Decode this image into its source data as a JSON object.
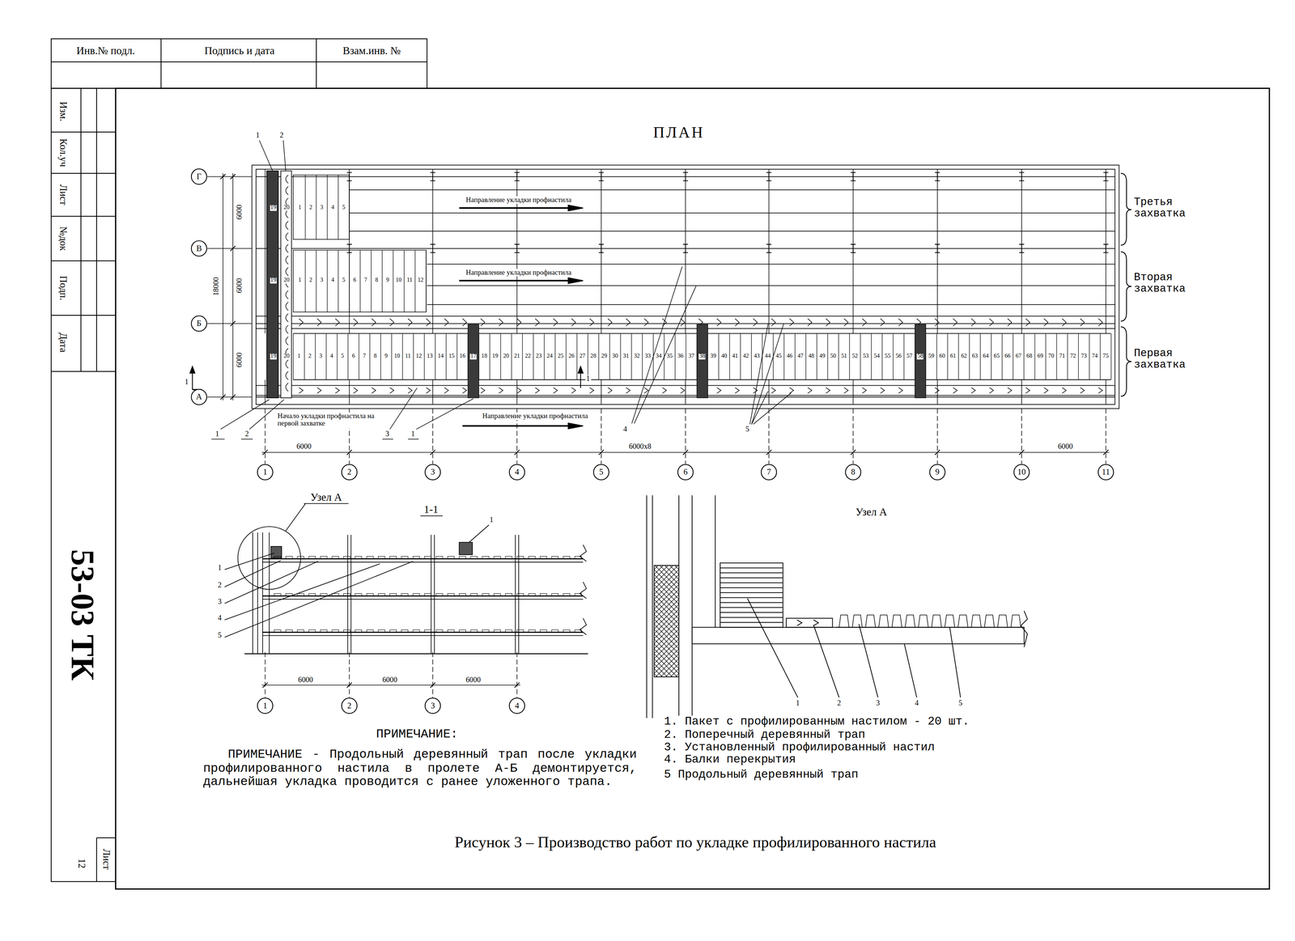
{
  "diagram": {
    "title": "ПЛАН",
    "caption": "Рисунок 3 – Производство работ по укладке профилированного настила",
    "nodes": [
      {
        "text": [
          "Г"
        ]
      },
      {
        "text": [
          "В"
        ]
      },
      {
        "text": [
          "Б"
        ]
      },
      {
        "text": [
          "А"
        ]
      },
      {
        "text": [
          "1"
        ]
      },
      {
        "text": [
          "2"
        ]
      },
      {
        "text": [
          "3"
        ]
      },
      {
        "text": [
          "4"
        ]
      },
      {
        "text": [
          "5"
        ]
      },
      {
        "text": [
          "6"
        ]
      },
      {
        "text": [
          "7"
        ]
      },
      {
        "text": [
          "8"
        ]
      },
      {
        "text": [
          "9"
        ]
      },
      {
        "text": [
          "10"
        ]
      },
      {
        "text": [
          "11"
        ]
      },
      {
        "text": [
          "1"
        ]
      },
      {
        "text": [
          "2"
        ]
      },
      {
        "text": [
          "3"
        ]
      },
      {
        "text": [
          "4"
        ]
      }
    ],
    "labels": [
      "Инв.№ подл.",
      "Подпись и дата",
      "Взам.инв. №",
      "Изм.",
      "Кол.уч",
      "Лист",
      "№док",
      "Подп.",
      "Дата",
      "53-03 ТК",
      "Лист",
      "12",
      "1",
      "2",
      "6000",
      "6000",
      "6000",
      "18000",
      "1",
      "1",
      "Направление укладки профнастила",
      "Направление укладки профнастила",
      "Начало укладки профнастила на первой захватке",
      "Направление укладки профнастила",
      "1",
      "2",
      "3",
      "1",
      "4",
      "5",
      "6000",
      "6000x8",
      "6000",
      "Третья захватка",
      "Вторая захватка",
      "Первая захватка",
      "Узел А",
      "1-1",
      "1",
      "1",
      "2",
      "3",
      "4",
      "5",
      "6000",
      "6000",
      "6000",
      "Узел А",
      "1",
      "2",
      "3",
      "4",
      "5",
      "1. Пакет с профилированным настилом - 20 шт.",
      "2. Поперечный деревянный трап",
      "3. Установленный профилированный настил",
      "4. Балки перекрытия",
      "5 Продольный деревянный трап",
      "ПРИМЕЧАНИЕ:",
      "ПРИМЕЧАНИЕ - Продольный деревянный трап после укладки профилированного настила в пролете А-Б демонтируется, дальнейшая укладка проводится с ранее уложенного трапа.",
      "19",
      "20",
      "1",
      "2",
      "3",
      "4",
      "5",
      "19",
      "20",
      "1",
      "2",
      "3",
      "4",
      "5",
      "6",
      "7",
      "8",
      "9",
      "10",
      "11",
      "12",
      "19",
      "20",
      "1",
      "2",
      "3",
      "4",
      "5",
      "6",
      "7",
      "8",
      "9",
      "10",
      "11",
      "12",
      "13",
      "14",
      "15",
      "16",
      "17",
      "18",
      "19",
      "20",
      "21",
      "22",
      "23",
      "24",
      "25",
      "26",
      "27",
      "28",
      "29",
      "30",
      "31",
      "32",
      "33",
      "34",
      "35",
      "36",
      "37",
      "38",
      "39",
      "40",
      "41",
      "42",
      "43",
      "44",
      "45",
      "46",
      "47",
      "48",
      "49",
      "50",
      "51",
      "52",
      "53",
      "54",
      "55",
      "56",
      "57",
      "58",
      "59",
      "60",
      "61",
      "62",
      "63",
      "64",
      "65",
      "66",
      "67",
      "68",
      "69",
      "70",
      "71",
      "72",
      "73",
      "74",
      "75"
    ]
  }
}
